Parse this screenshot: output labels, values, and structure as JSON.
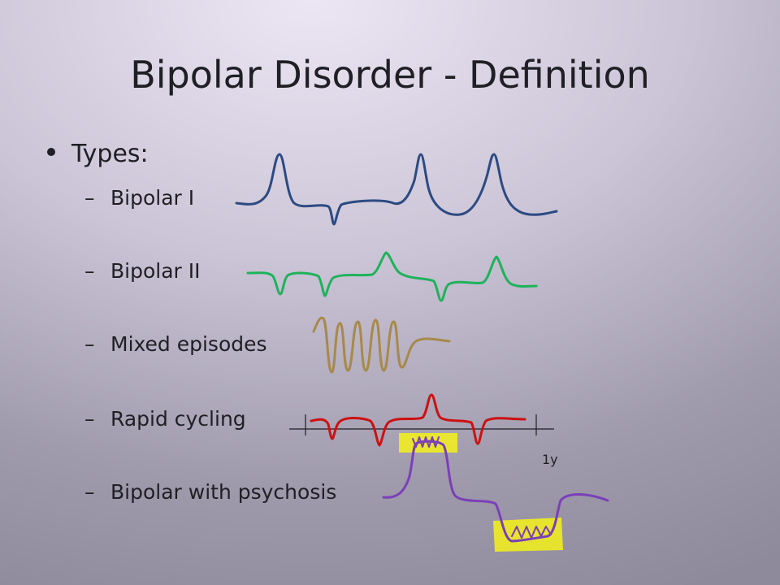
{
  "slide": {
    "title": "Bipolar Disorder - Definition",
    "bullet": "Types:",
    "items": [
      {
        "label": "Bipolar I",
        "color": "#2c4a82"
      },
      {
        "label": "Bipolar II",
        "color": "#1fb25a"
      },
      {
        "label": "Mixed episodes",
        "color": "#a8894a"
      },
      {
        "label": "Rapid cycling",
        "color": "#cc1111"
      },
      {
        "label": "Bipolar with psychosis",
        "color": "#7b3fb8"
      }
    ],
    "axis_label": "1y",
    "highlight_color": "#f5f21a"
  }
}
